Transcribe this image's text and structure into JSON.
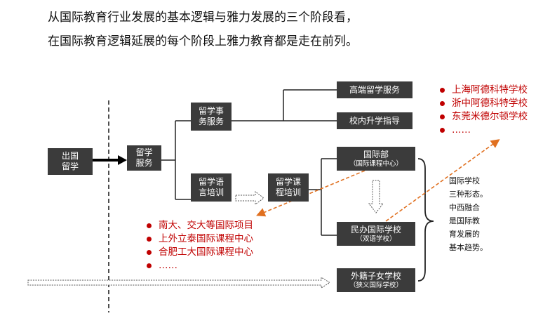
{
  "heading": {
    "line1": "从国际教育行业发展的基本逻辑与雅力发展的三个阶段看，",
    "line2": "在国际教育逻辑延展的每个阶段上雅力教育都是走在前列。"
  },
  "nodes": {
    "chuguo": [
      "出国",
      "留学"
    ],
    "liuxue_fuwu": [
      "留学",
      "服务"
    ],
    "shiwu": [
      "留学事",
      "务服务"
    ],
    "yuyan": [
      "留学语",
      "言培训"
    ],
    "kecheng": [
      "留学课",
      "程培训"
    ],
    "gaoduan": "高端留学服务",
    "xiaonei": "校内升学指导",
    "guojibu": {
      "title": "国际部",
      "sub": "（国际课程中心）"
    },
    "minban": {
      "title": "民办国际学校",
      "sub": "（双语学校）"
    },
    "waiji": {
      "title": "外籍子女学校",
      "sub": "（狭义国际学校）"
    }
  },
  "right_list": [
    "上海阿德科特学校",
    "浙中阿德科特学校",
    "东莞米德尔顿学校",
    "……"
  ],
  "left_list": [
    "南大、交大等国际项目",
    "上外立泰国际课程中心",
    "合肥工大国际课程中心",
    "……"
  ],
  "note": [
    "国际学校",
    "三种形态。",
    "中西融合",
    "是国际教",
    "育发展的",
    "基本趋势。"
  ],
  "colors": {
    "box": "#3b3b3b",
    "accent": "#c00000",
    "arrow": "#e07020"
  }
}
